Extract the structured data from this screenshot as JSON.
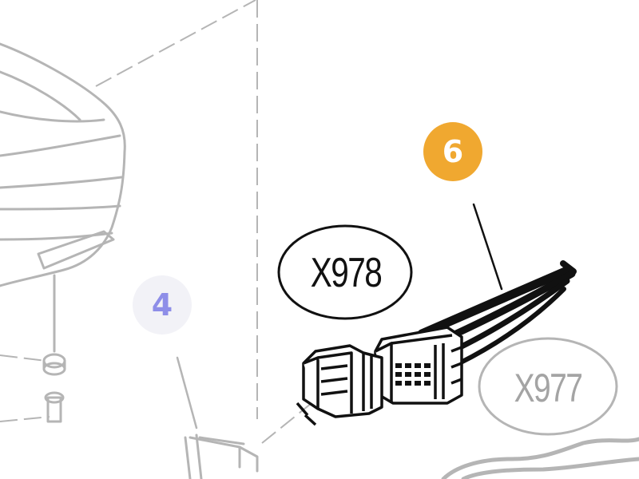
{
  "callouts": {
    "six": {
      "label": "6",
      "color": "#f0a830"
    },
    "four": {
      "label": "4",
      "color": "#8e8ee8"
    }
  },
  "connectors": {
    "x978": {
      "label": "X978",
      "color": "#111111"
    },
    "x977": {
      "label": "X977",
      "color": "#a4a4a4"
    }
  },
  "colors": {
    "faded_line": "#b5b5b5",
    "active_line": "#111111",
    "background": "#ffffff"
  }
}
